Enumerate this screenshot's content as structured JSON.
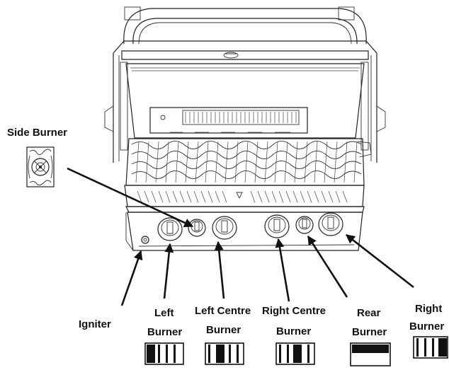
{
  "labels": {
    "side_burner": "Side Burner",
    "igniter": "Igniter",
    "left_burner": [
      "Left",
      "Burner"
    ],
    "left_centre_burner": [
      "Left Centre",
      "Burner"
    ],
    "right_centre_burner": [
      "Right Centre",
      "Burner"
    ],
    "rear_burner": [
      "Rear",
      "Burner"
    ],
    "right_burner": [
      "Right",
      "Burner"
    ]
  },
  "colors": {
    "line": "#222222",
    "background": "#ffffff",
    "arrow": "#111111"
  }
}
